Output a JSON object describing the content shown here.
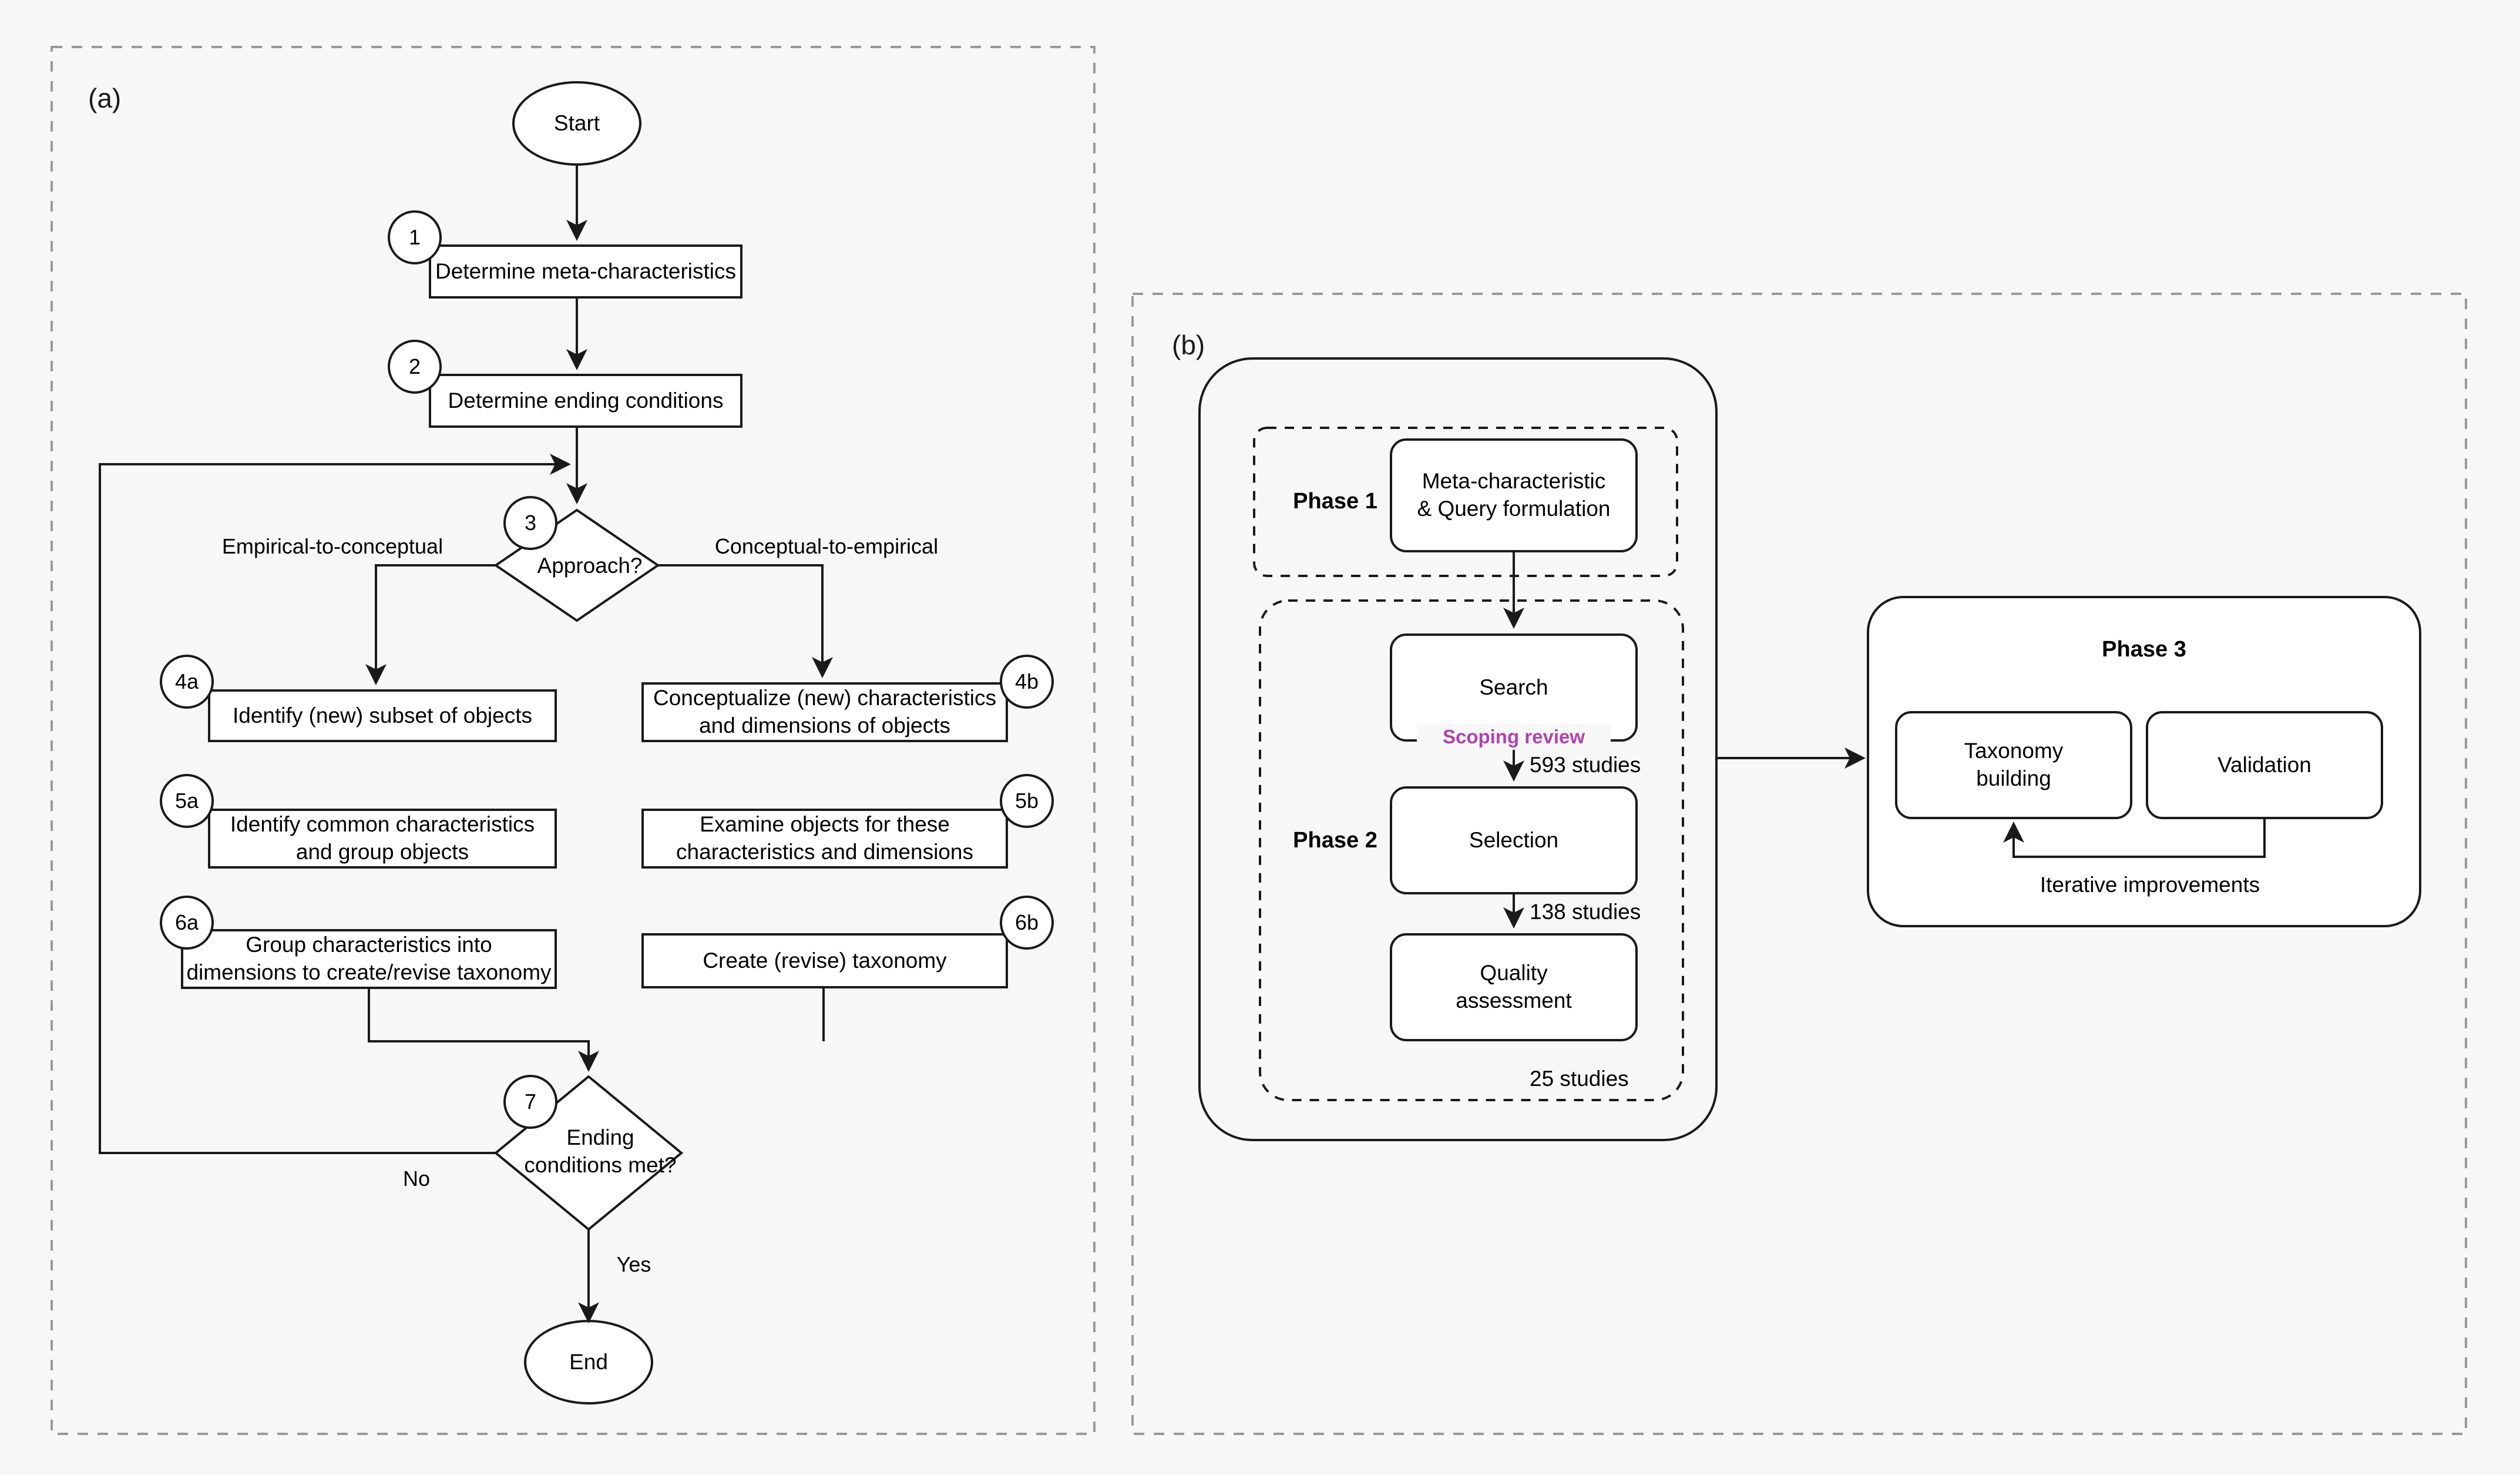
{
  "figure": {
    "background_color": "#f7f7f7",
    "panel_border_color": "#999999",
    "stroke_color": "#1a1a1a",
    "accent_color": "#b042b0"
  },
  "panel_a": {
    "label": "(a)",
    "nodes": {
      "start": "Start",
      "step1": "Determine meta-characteristics",
      "step2": "Determine ending conditions",
      "step3": "Approach?",
      "step4a": "Identify (new) subset of objects",
      "step4b_line1": "Conceptualize (new) characteristics",
      "step4b_line2": "and dimensions of objects",
      "step5a_line1": "Identify common characteristics",
      "step5a_line2": "and group objects",
      "step5b_line1": "Examine objects for these",
      "step5b_line2": "characteristics and dimensions",
      "step6a_line1": "Group characteristics into",
      "step6a_line2": "dimensions to create/revise taxonomy",
      "step6b": "Create (revise) taxonomy",
      "step7_line1": "Ending",
      "step7_line2": "conditions met?",
      "end": "End"
    },
    "badges": {
      "b1": "1",
      "b2": "2",
      "b3": "3",
      "b4a": "4a",
      "b4b": "4b",
      "b5a": "5a",
      "b5b": "5b",
      "b6a": "6a",
      "b6b": "6b",
      "b7": "7"
    },
    "edge_labels": {
      "left_branch": "Empirical-to-conceptual",
      "right_branch": "Conceptual-to-empirical",
      "no": "No",
      "yes": "Yes"
    }
  },
  "panel_b": {
    "label": "(b)",
    "phase1": {
      "title": "Phase 1",
      "box_line1": "Meta-characteristic",
      "box_line2": "& Query formulation"
    },
    "phase2": {
      "title": "Phase 2",
      "search": "Search",
      "scoping_review": "Scoping review",
      "selection": "Selection",
      "quality_line1": "Quality",
      "quality_line2": "assessment",
      "count_after_search": "593 studies",
      "count_after_selection": "138 studies",
      "count_after_quality": "25 studies"
    },
    "phase3": {
      "title": "Phase 3",
      "taxonomy_line1": "Taxonomy",
      "taxonomy_line2": "building",
      "validation": "Validation",
      "iterative": "Iterative improvements"
    }
  }
}
